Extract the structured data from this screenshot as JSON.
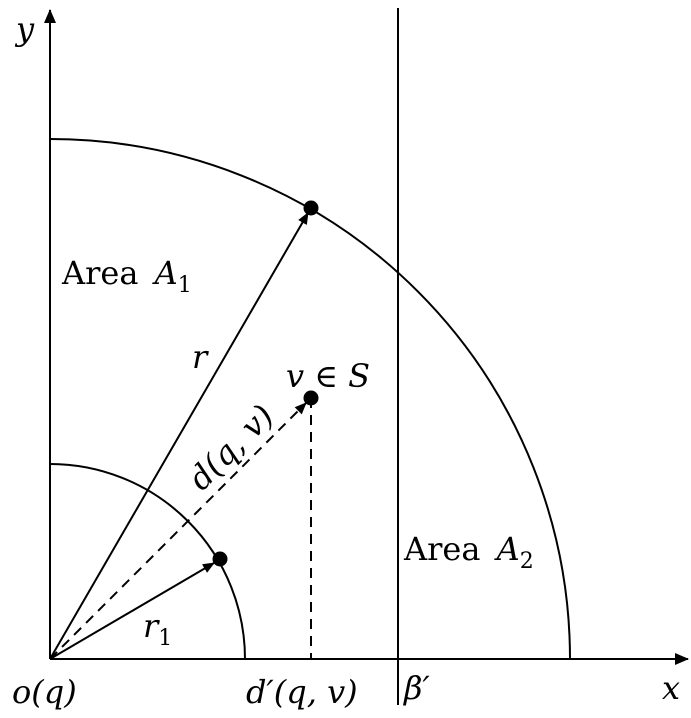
{
  "axes": {
    "x_label": "x",
    "y_label": "y",
    "origin_label": "o(q)"
  },
  "areas": {
    "a1": {
      "word": "Area",
      "symbol": "A",
      "subscript": "1"
    },
    "a2": {
      "word": "Area",
      "symbol": "A",
      "subscript": "2"
    }
  },
  "labels": {
    "r": "r",
    "r1_symbol": "r",
    "r1_subscript": "1",
    "d_qv": "d(q, v)",
    "v_in_s": "v ∈ S",
    "d_prime": "d′(q, v)",
    "beta_prime": "β′"
  }
}
